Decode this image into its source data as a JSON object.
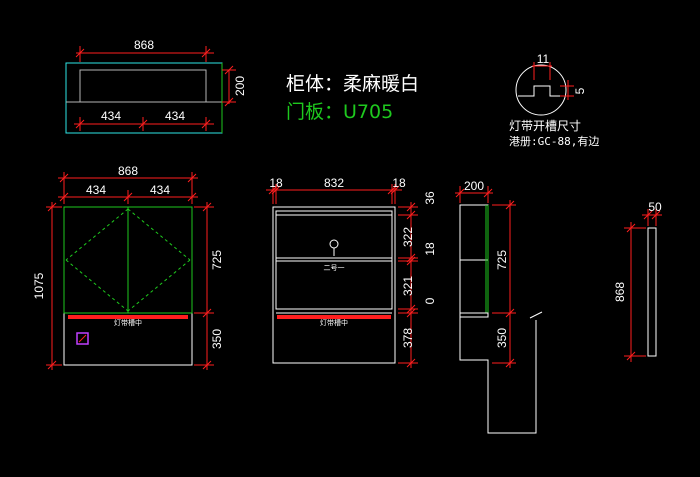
{
  "title": {
    "body_label": "柜体：柔麻暖白",
    "door_label": "门板：U705"
  },
  "groove_note": {
    "dim_11": "11",
    "dim_5": "5",
    "line1": "灯带开槽尺寸",
    "line2": "港册:GC-88,有边"
  },
  "top_view": {
    "width": "868",
    "depth": "200",
    "left": "434",
    "right": "434"
  },
  "front_view": {
    "width": "868",
    "left": "434",
    "right": "434",
    "height": "1075",
    "upper": "725",
    "lower": "350",
    "strip_label": "灯带槽中"
  },
  "section_view": {
    "side_left": "18",
    "inner": "832",
    "side_right": "18",
    "d36": "36",
    "d322": "322",
    "d18": "18",
    "d321": "321",
    "d0": "0",
    "d378": "378",
    "strip_label": "灯带槽中",
    "shelf_label": "二号一"
  },
  "side_view": {
    "depth": "200",
    "upper": "725",
    "lower": "350"
  },
  "panel_view": {
    "thickness": "50",
    "height": "868"
  },
  "colors": {
    "dim_red": "#ff1e1e",
    "green": "#1ec81e",
    "cyan": "#2ee6e6",
    "white": "#ffffff",
    "grey": "#b4b4b4"
  }
}
